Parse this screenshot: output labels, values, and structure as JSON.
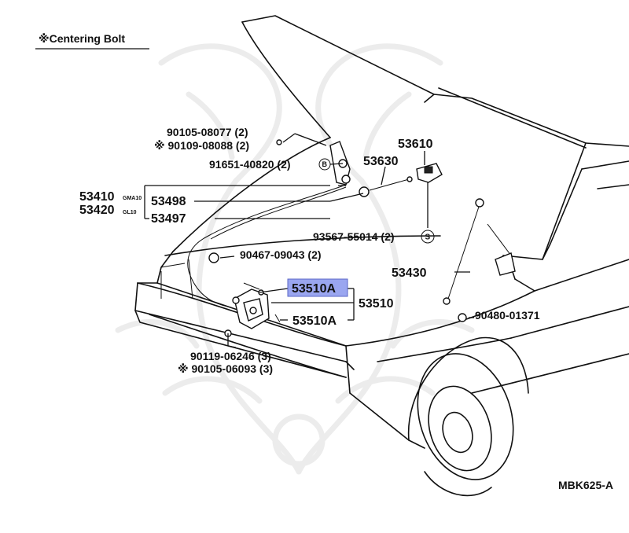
{
  "header": {
    "title": "※Centering Bolt"
  },
  "footer": {
    "code": "MBK625-A"
  },
  "labels": {
    "p90105_08077": "90105-08077 (2)",
    "p90109_08088": "※ 90109-08088 (2)",
    "p91651_40820": "91651-40820 (2)",
    "p53610": "53610",
    "p53630": "53630",
    "p53410": "53410",
    "p53410_sub": "GMA10",
    "p53420": "53420",
    "p53420_sub": "GL10",
    "p53498": "53498",
    "p53497": "53497",
    "p93567_55014": "93567-55014 (2)",
    "p90467_09043": "90467-09043 (2)",
    "p53430": "53430",
    "p53510A_hl": "53510A",
    "p53510": "53510",
    "p53510A": "53510A",
    "p90480_01371": "90480-01371",
    "p90119_06246": "90119-06246 (3)",
    "p90105_06093": "※ 90105-06093 (3)"
  },
  "symbols": {
    "b_circle": "B",
    "s_circle": "S"
  },
  "highlight_color": "#9aa6f0"
}
